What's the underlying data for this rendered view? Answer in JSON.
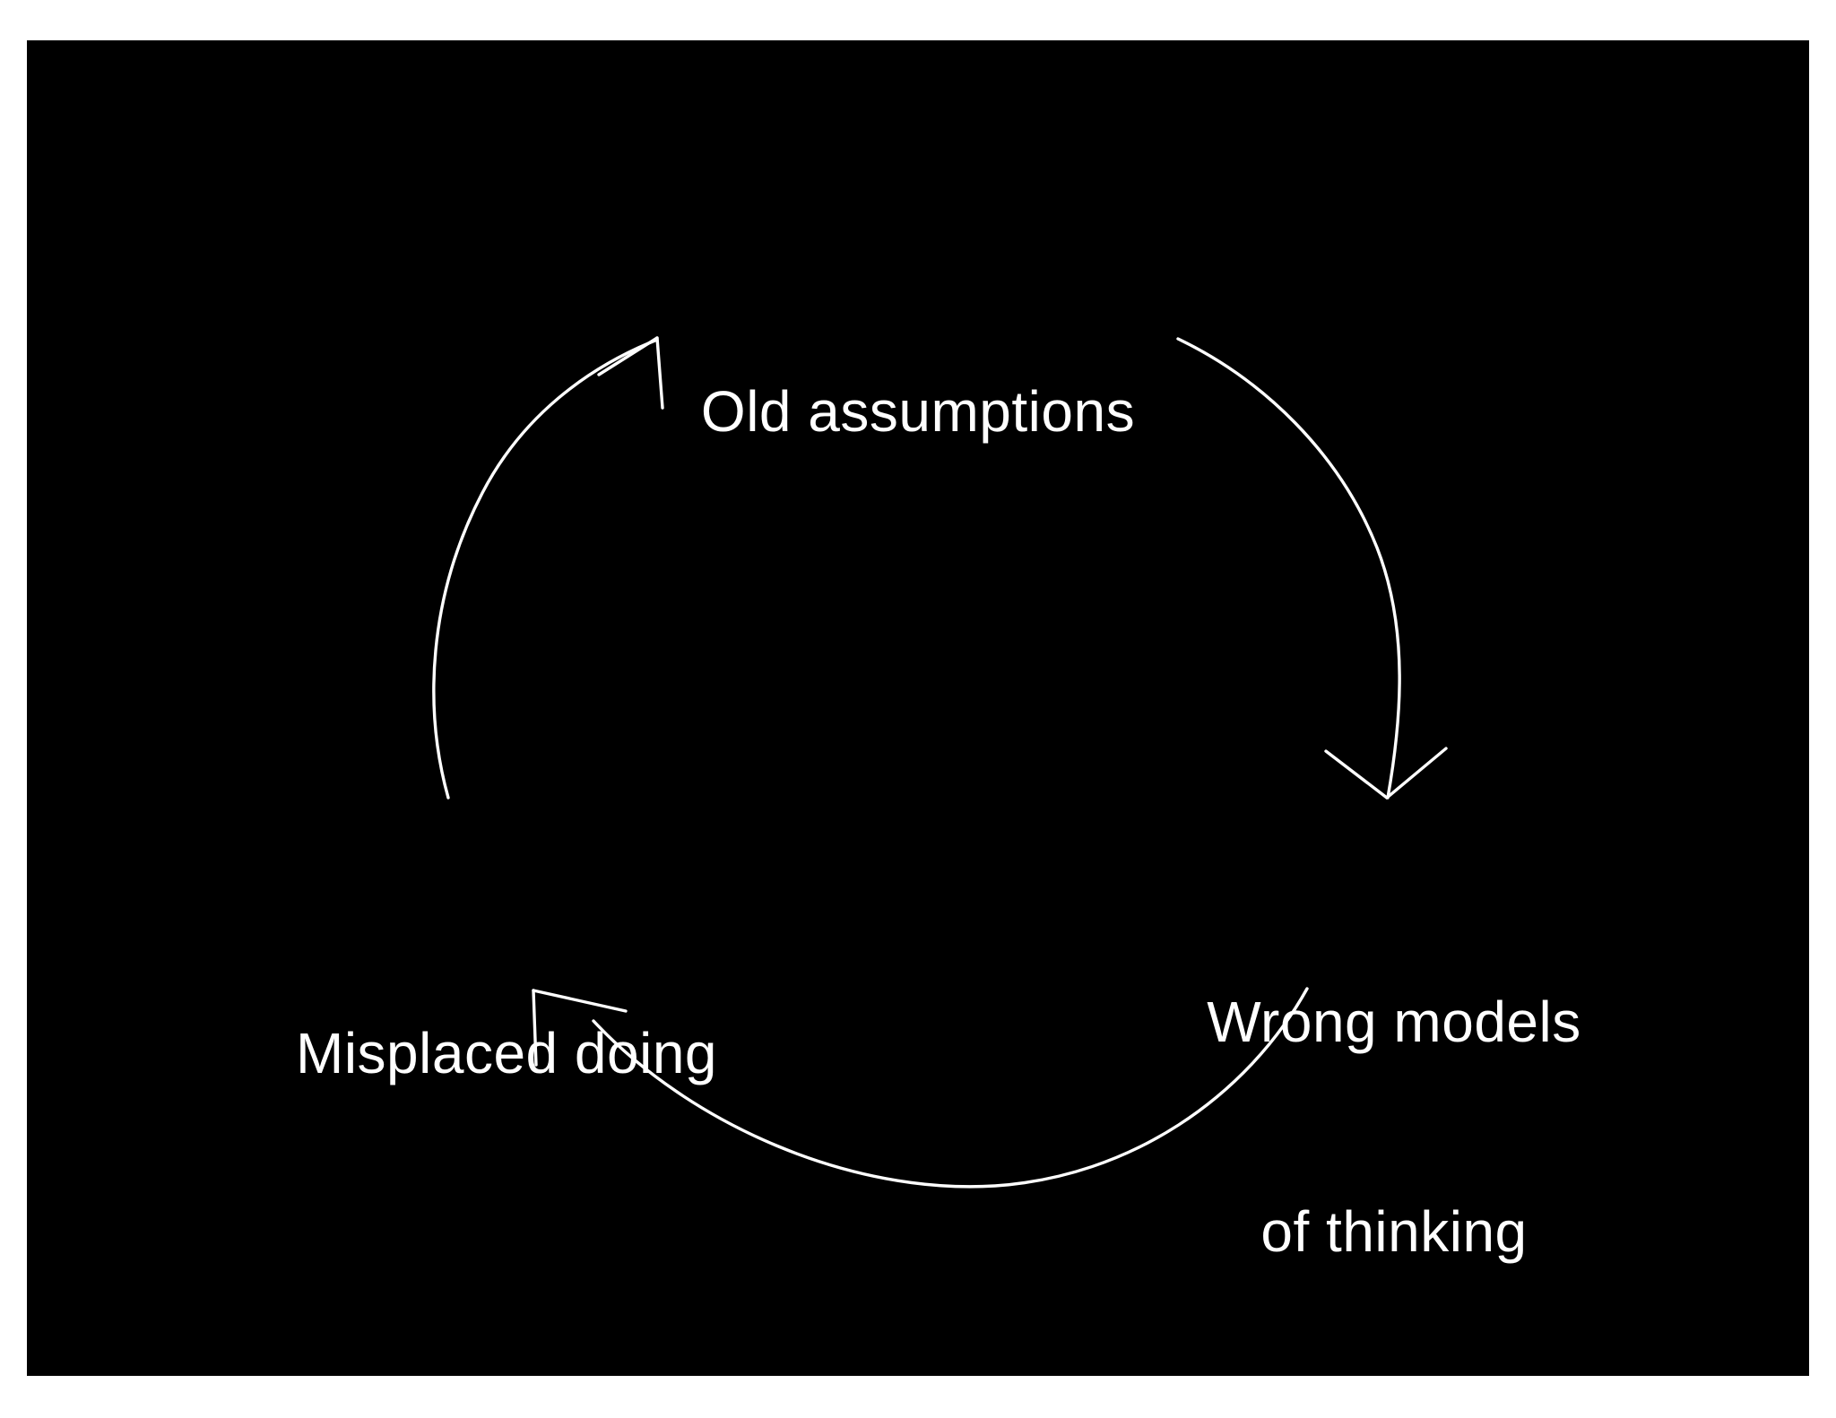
{
  "slide": {
    "background_color": "#000000",
    "page_background_color": "#ffffff",
    "stroke_color": "#ffffff",
    "text_color": "#ffffff"
  },
  "diagram": {
    "type": "cycle",
    "direction": "clockwise",
    "node_count": 3,
    "nodes": [
      {
        "id": "old-assumptions",
        "label": "Old assumptions",
        "position": "top"
      },
      {
        "id": "wrong-models-of-thinking",
        "label_line_1": "Wrong models",
        "label_line_2": "of thinking",
        "position": "bottom-right"
      },
      {
        "id": "misplaced-doing",
        "label": "Misplaced doing",
        "position": "bottom-left"
      }
    ],
    "arrows": [
      {
        "id": "arrow-top-to-right",
        "from": "old-assumptions",
        "to": "wrong-models-of-thinking"
      },
      {
        "id": "arrow-right-to-left",
        "from": "wrong-models-of-thinking",
        "to": "misplaced-doing"
      },
      {
        "id": "arrow-left-to-top",
        "from": "misplaced-doing",
        "to": "old-assumptions"
      }
    ]
  },
  "chart_data": {
    "type": "diagram",
    "title": "",
    "categories": [
      "Old assumptions",
      "Wrong models of thinking",
      "Misplaced doing"
    ],
    "values": [
      1,
      1,
      1
    ]
  }
}
